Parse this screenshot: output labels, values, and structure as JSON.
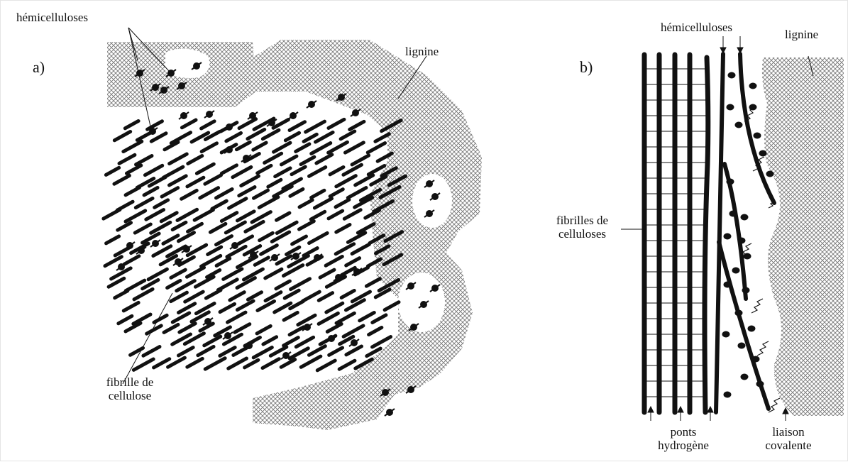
{
  "panel_a": {
    "letter": "a)",
    "label_hemicelluloses": "hémicelluloses",
    "label_lignine": "lignine",
    "label_fibrille_line1": "fibrille de",
    "label_fibrille_line2": "cellulose"
  },
  "panel_b": {
    "letter": "b)",
    "label_hemicelluloses": "hémicelluloses",
    "label_lignine": "lignine",
    "label_fibrilles_line1": "fibrilles de",
    "label_fibrilles_line2": "celluloses",
    "label_ponts_line1": "ponts",
    "label_ponts_line2": "hydrogène",
    "label_liaison_line1": "liaison",
    "label_liaison_line2": "covalente"
  },
  "colors": {
    "ink": "#111111",
    "hatch": "#8a8a8a",
    "background": "#ffffff"
  }
}
